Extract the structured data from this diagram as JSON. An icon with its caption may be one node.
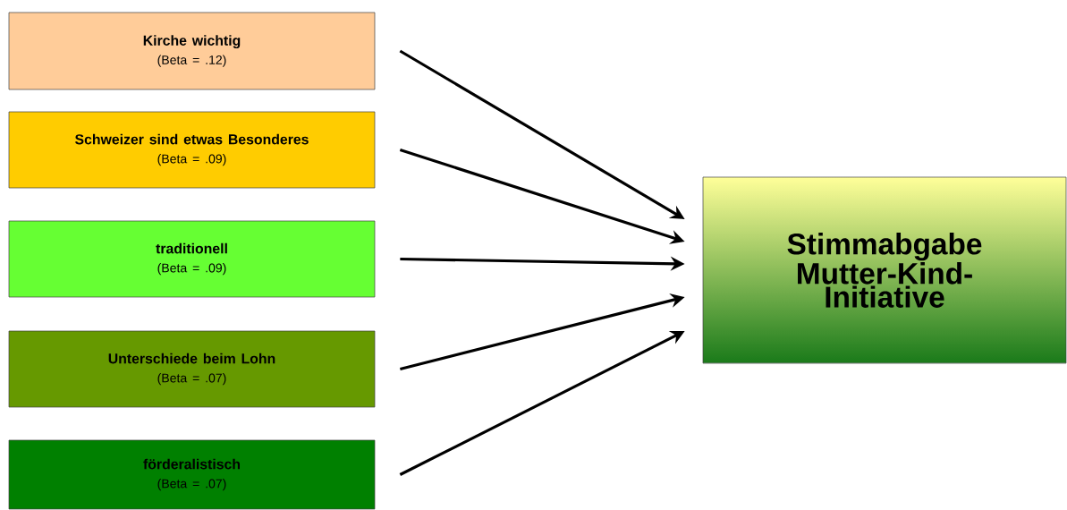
{
  "diagram": {
    "nodes": [
      {
        "text": [
          "Kirche wichtig",
          "(Beta = .12)"
        ]
      },
      {
        "text": [
          "Schweizer sind etwas Besonderes",
          "(Beta = .09)"
        ]
      },
      {
        "text": [
          "traditionell",
          "(Beta = .09)"
        ]
      },
      {
        "text": [
          "Unterschiede beim Lohn",
          "(Beta = .07)"
        ]
      },
      {
        "text": [
          "förderalistisch",
          "(Beta = .07)"
        ]
      },
      {
        "text": [
          "Stimmabgabe Mutter-Kind-Initiative"
        ]
      }
    ],
    "edges": [
      {
        "from": 0,
        "to": 5,
        "arrow": "to"
      },
      {
        "from": 1,
        "to": 5,
        "arrow": "to"
      },
      {
        "from": 2,
        "to": 5,
        "arrow": "to"
      },
      {
        "from": 3,
        "to": 5,
        "arrow": "to"
      },
      {
        "from": 4,
        "to": 5,
        "arrow": "to"
      }
    ]
  }
}
